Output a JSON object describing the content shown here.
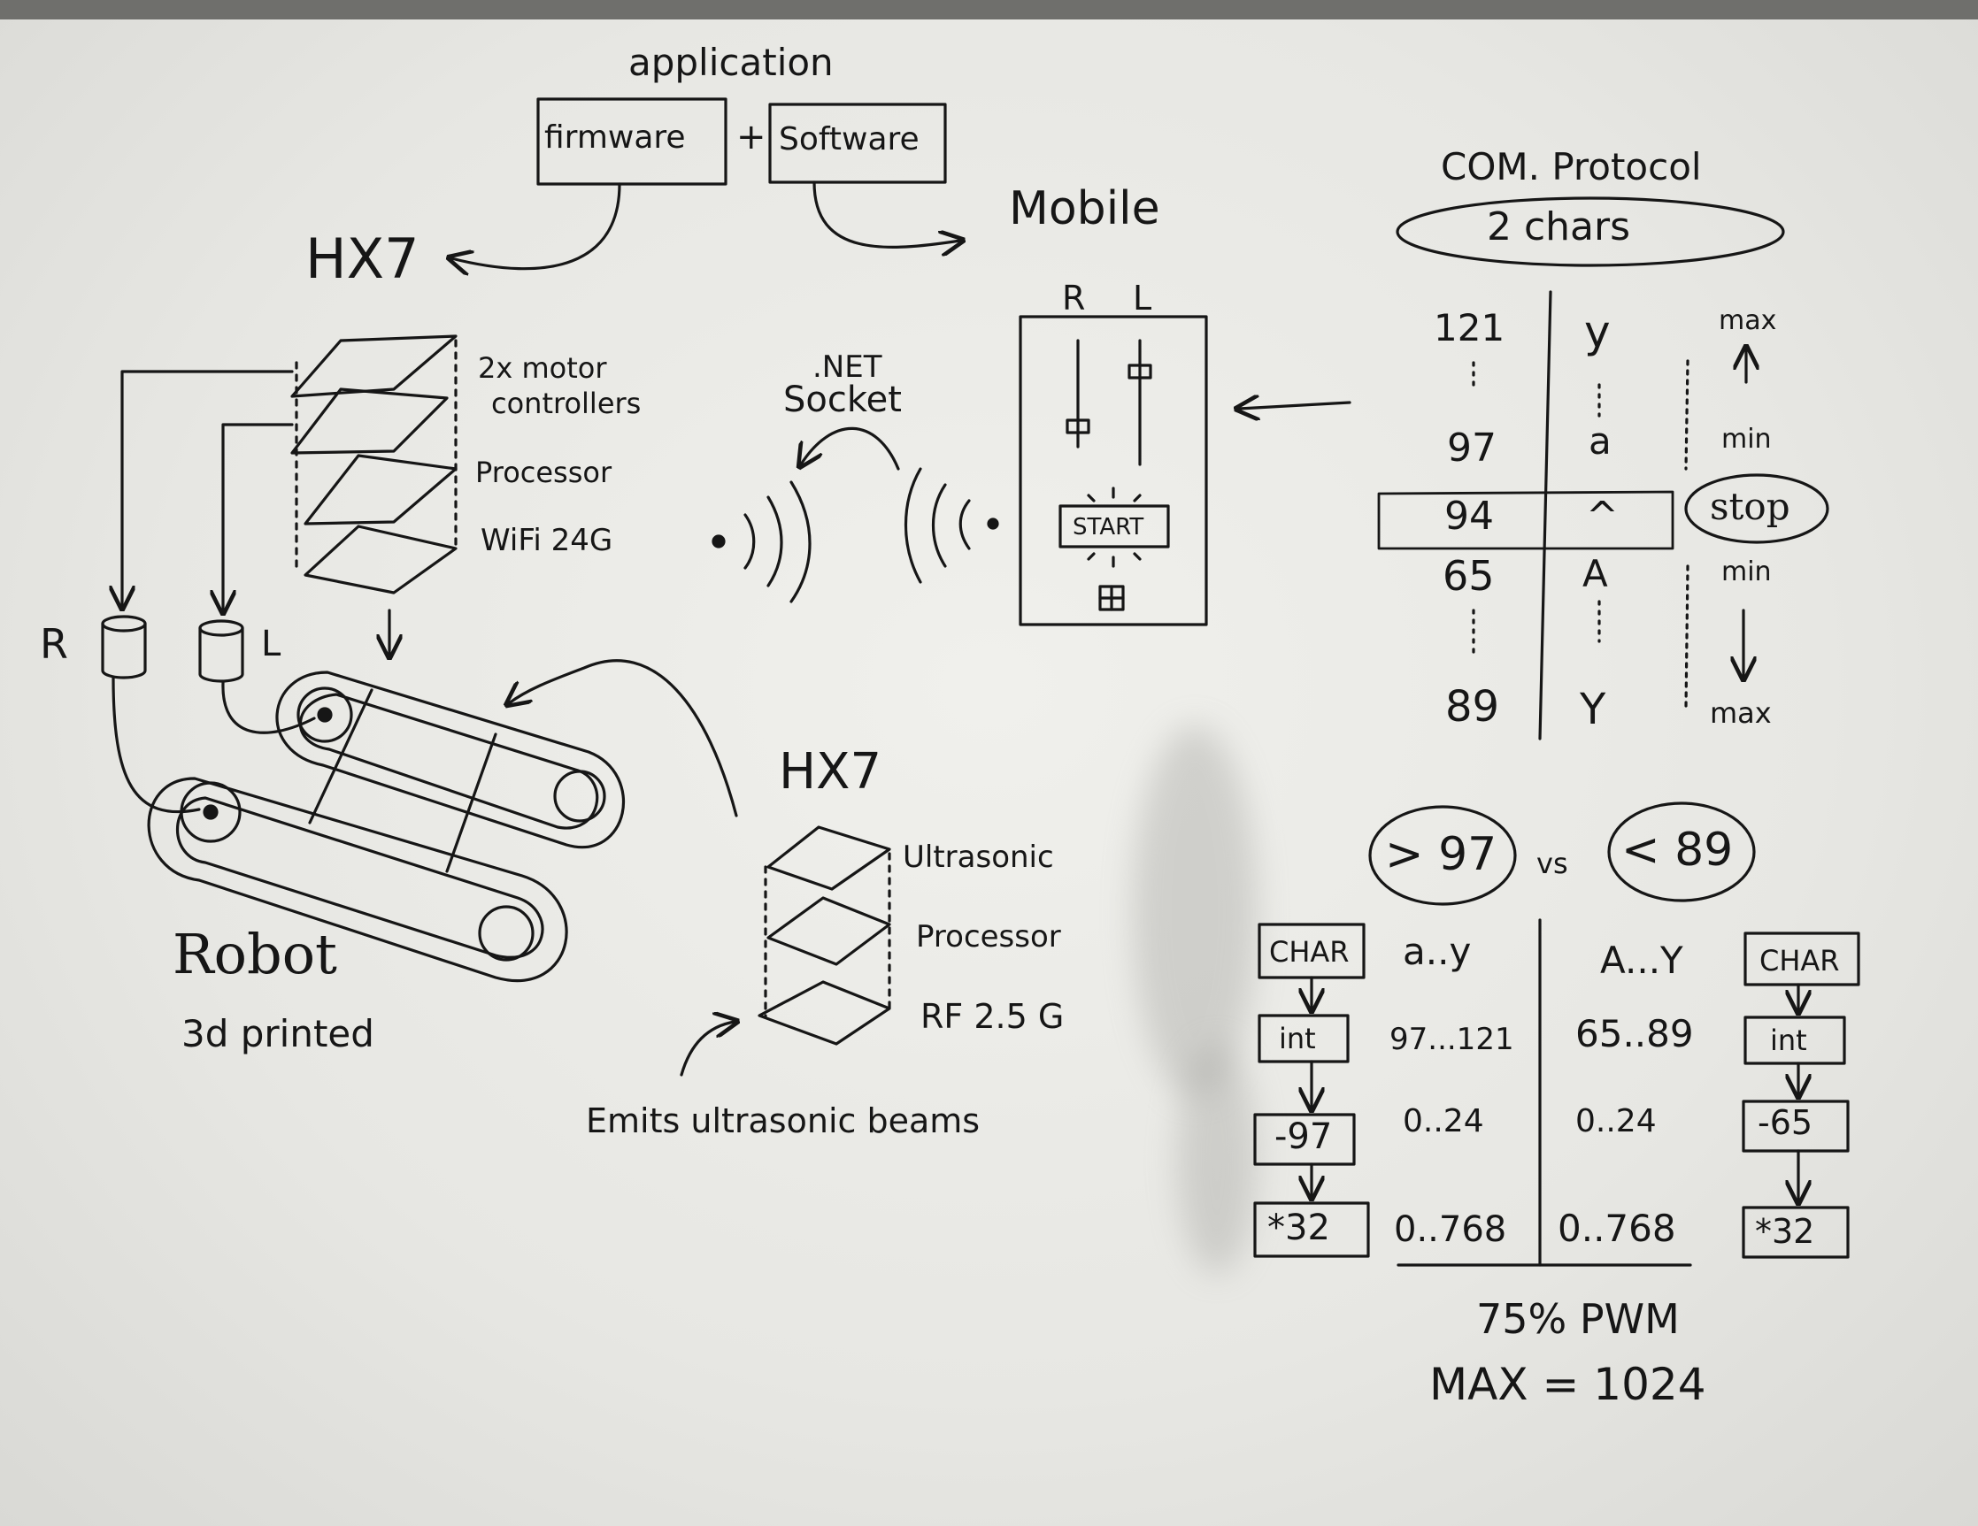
{
  "application": {
    "label": "application",
    "firmware": "firmware",
    "plus": "+",
    "software": "Software"
  },
  "mobile": {
    "label": "Mobile",
    "right": "R",
    "left": "L",
    "start": "START"
  },
  "hx7_top": {
    "label": "HX7",
    "layers": [
      "2x motor",
      "controllers",
      "Processor",
      "WiFi 24G"
    ]
  },
  "net_socket": {
    "line1": ".NET",
    "line2": "Socket"
  },
  "motors": {
    "right": "R",
    "left": "L"
  },
  "robot": {
    "label": "Robot",
    "sub": "3d printed"
  },
  "hx7_bottom": {
    "label": "HX7",
    "layers": [
      "Ultrasonic",
      "Processor",
      "RF 2.5 G"
    ],
    "note": "Emits ultrasonic beams"
  },
  "protocol": {
    "title": "COM. Protocol",
    "oval": "2 chars",
    "codes": [
      "121",
      "97",
      "94",
      "65",
      "89"
    ],
    "chars": [
      "y",
      "a",
      "^",
      "A",
      "Y"
    ],
    "labels": [
      "max",
      "min",
      "stop",
      "min",
      "max"
    ]
  },
  "compare": {
    "left": "> 97",
    "vs": "vs",
    "right": "< 89"
  },
  "pipeline_left": {
    "steps": [
      "CHAR",
      "int",
      "-97",
      "*32"
    ],
    "ranges": [
      "a..y",
      "97...121",
      "0..24",
      "0..768"
    ]
  },
  "pipeline_right": {
    "steps": [
      "CHAR",
      "int",
      "-65",
      "*32"
    ],
    "ranges": [
      "A...Y",
      "65..89",
      "0..24",
      "0..768"
    ]
  },
  "footer": {
    "pwm": "75% PWM",
    "max": "MAX = 1024"
  }
}
